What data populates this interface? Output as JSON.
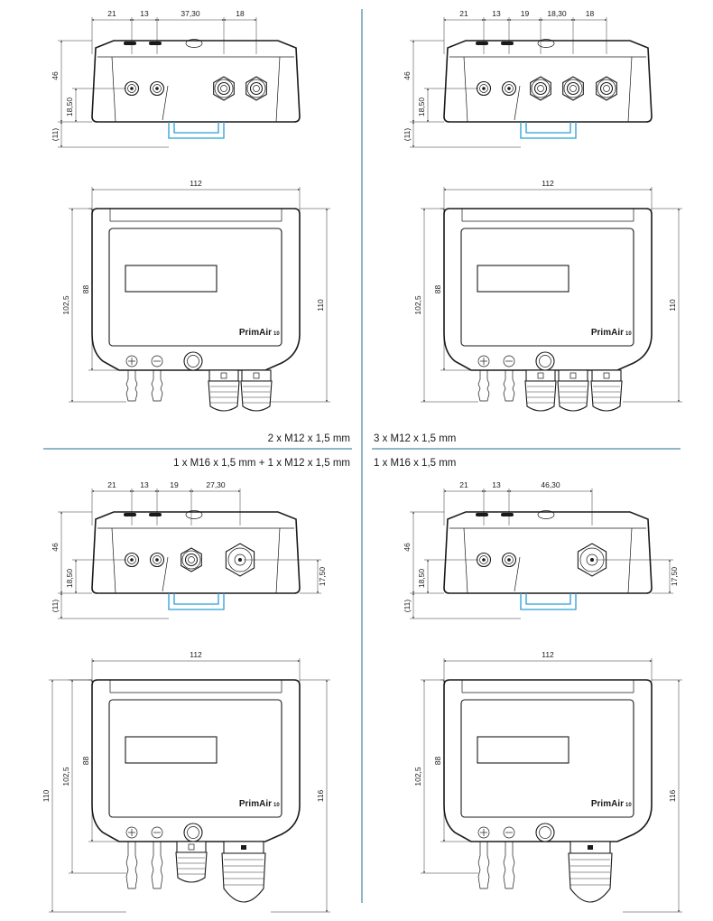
{
  "captions": {
    "tl": "2 x M12 x 1,5 mm",
    "tr": "3 x M12 x 1,5 mm",
    "bl": "1 x M16 x 1,5 mm + 1 x M12 x 1,5 mm",
    "br": "1 x M16 x 1,5 mm"
  },
  "brand": {
    "name": "PrimAir",
    "model": "10"
  },
  "variants": {
    "tl": {
      "top_dims": [
        "21",
        "13",
        "37,30",
        "18"
      ],
      "left_dims": [
        "46",
        "18,50",
        "(11)"
      ],
      "right_dims": [],
      "front": {
        "width": "112",
        "left": [
          "102,5",
          "88"
        ],
        "right": [
          "110"
        ]
      }
    },
    "tr": {
      "top_dims": [
        "21",
        "13",
        "19",
        "18,30",
        "18"
      ],
      "left_dims": [
        "46",
        "18,50",
        "(11)"
      ],
      "right_dims": [],
      "front": {
        "width": "112",
        "left": [
          "102,5",
          "88"
        ],
        "right": [
          "110"
        ]
      }
    },
    "bl": {
      "top_dims": [
        "21",
        "13",
        "19",
        "27,30"
      ],
      "left_dims": [
        "46",
        "18,50",
        "(11)"
      ],
      "right_dims": [
        "17,50"
      ],
      "front": {
        "width": "112",
        "left": [
          "110",
          "102,5",
          "88"
        ],
        "right": [
          "116"
        ]
      }
    },
    "br": {
      "top_dims": [
        "21",
        "13",
        "46,30"
      ],
      "left_dims": [
        "46",
        "18,50",
        "(11)"
      ],
      "right_dims": [
        "17,50"
      ],
      "front": {
        "width": "112",
        "left": [
          "102,5",
          "88"
        ],
        "right": [
          "116"
        ]
      }
    }
  }
}
